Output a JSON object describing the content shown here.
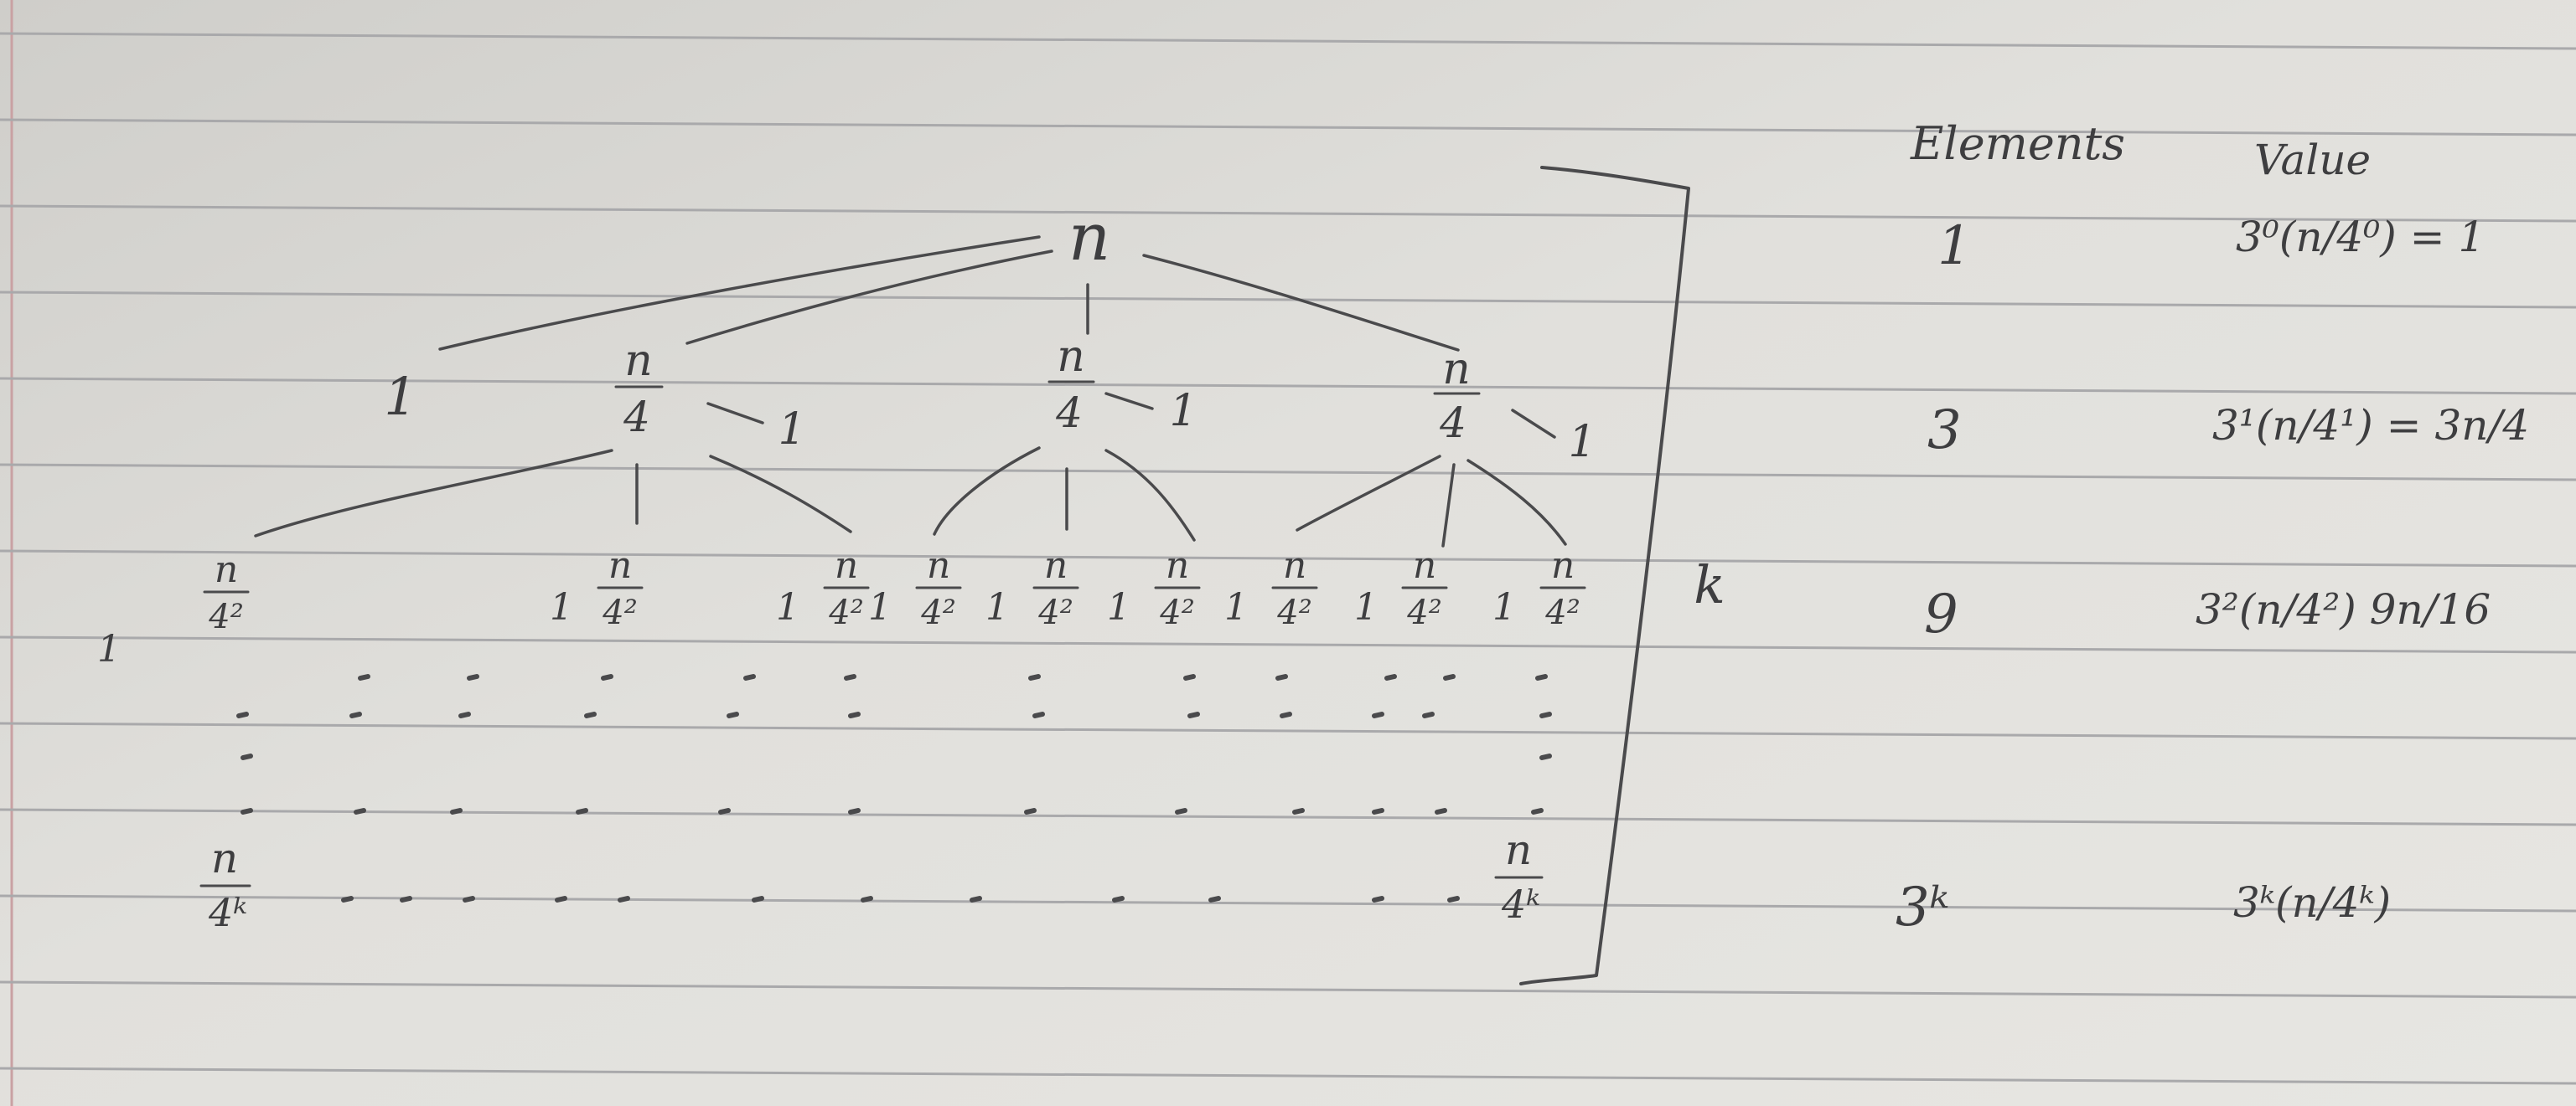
{
  "tree": {
    "root": "n",
    "level1": {
      "node": "n",
      "den": "4",
      "cost": "1"
    },
    "level2": {
      "node": "n",
      "den": "4²",
      "cost": "1"
    },
    "levelk": {
      "node": "n",
      "den": "4ᵏ"
    },
    "depth_label": "k",
    "level2_node_count": 9,
    "ellipsis": "· · · · · · · · · · · ·"
  },
  "table": {
    "headers": {
      "elements": "Elements",
      "value": "Value"
    },
    "rows": [
      {
        "elements": "1",
        "value": "3⁰(n/4⁰) = 1"
      },
      {
        "elements": "3",
        "value": "3¹(n/4¹) = 3n/4"
      },
      {
        "elements": "9",
        "value": "3²(n/4²)  9n/16"
      },
      {
        "elements": "3ᵏ",
        "value": "3ᵏ(n/4ᵏ)"
      }
    ]
  },
  "colors": {
    "paper": "#d9d8d3",
    "ink": "#3e3e40",
    "rule_line": "#a9a9ab",
    "margin_line": "#c9a1a3"
  }
}
